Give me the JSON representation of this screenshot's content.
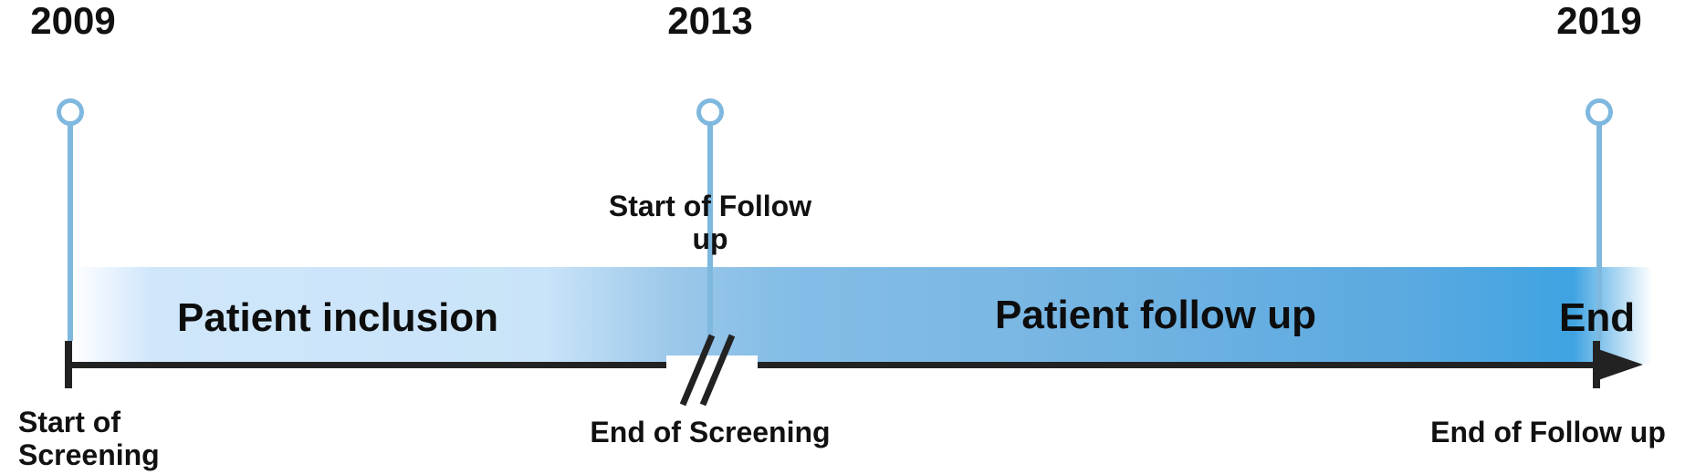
{
  "milestones": [
    {
      "year": "2009",
      "label": "Start of\nScreening"
    },
    {
      "year": "2013",
      "top_label": "Start of Follow\nup",
      "label": "End of Screening"
    },
    {
      "year": "2019",
      "top_label": "End",
      "label": "End of Follow up"
    }
  ],
  "phases": {
    "inclusion": "Patient inclusion",
    "follow_up": "Patient follow up"
  },
  "colors": {
    "pin": "#7fb8df",
    "axis": "#222222",
    "band_light": "#d0e7fb",
    "band_dark": "#3fa3e2"
  }
}
